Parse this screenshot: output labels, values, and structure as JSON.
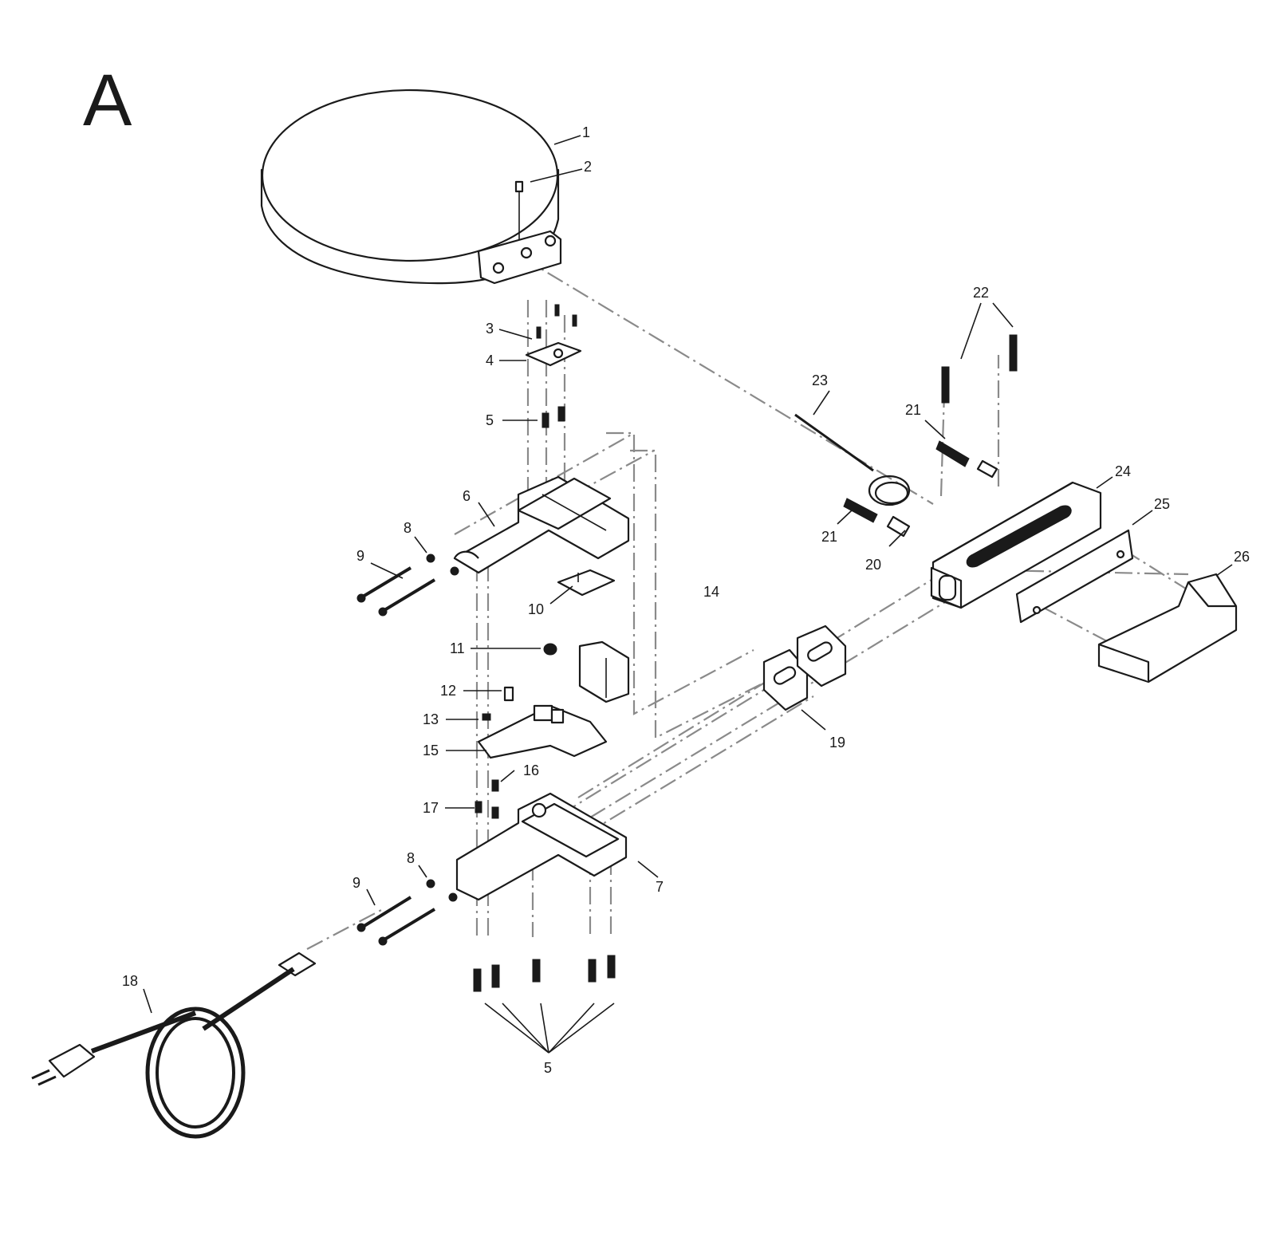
{
  "sheet_label": "A",
  "callouts": [
    {
      "id": "c1",
      "text": "1"
    },
    {
      "id": "c2",
      "text": "2"
    },
    {
      "id": "c3",
      "text": "3"
    },
    {
      "id": "c4",
      "text": "4"
    },
    {
      "id": "c5a",
      "text": "5"
    },
    {
      "id": "c6",
      "text": "6"
    },
    {
      "id": "c7",
      "text": "7"
    },
    {
      "id": "c8a",
      "text": "8"
    },
    {
      "id": "c8b",
      "text": "8"
    },
    {
      "id": "c9a",
      "text": "9"
    },
    {
      "id": "c9b",
      "text": "9"
    },
    {
      "id": "c10",
      "text": "10"
    },
    {
      "id": "c11",
      "text": "11"
    },
    {
      "id": "c12",
      "text": "12"
    },
    {
      "id": "c13",
      "text": "13"
    },
    {
      "id": "c14",
      "text": "14"
    },
    {
      "id": "c15",
      "text": "15"
    },
    {
      "id": "c16",
      "text": "16"
    },
    {
      "id": "c17",
      "text": "17"
    },
    {
      "id": "c18",
      "text": "18"
    },
    {
      "id": "c19",
      "text": "19"
    },
    {
      "id": "c20",
      "text": "20"
    },
    {
      "id": "c21a",
      "text": "21"
    },
    {
      "id": "c21b",
      "text": "21"
    },
    {
      "id": "c22",
      "text": "22"
    },
    {
      "id": "c23",
      "text": "23"
    },
    {
      "id": "c24",
      "text": "24"
    },
    {
      "id": "c25",
      "text": "25"
    },
    {
      "id": "c26",
      "text": "26"
    },
    {
      "id": "c5b",
      "text": "5"
    }
  ]
}
